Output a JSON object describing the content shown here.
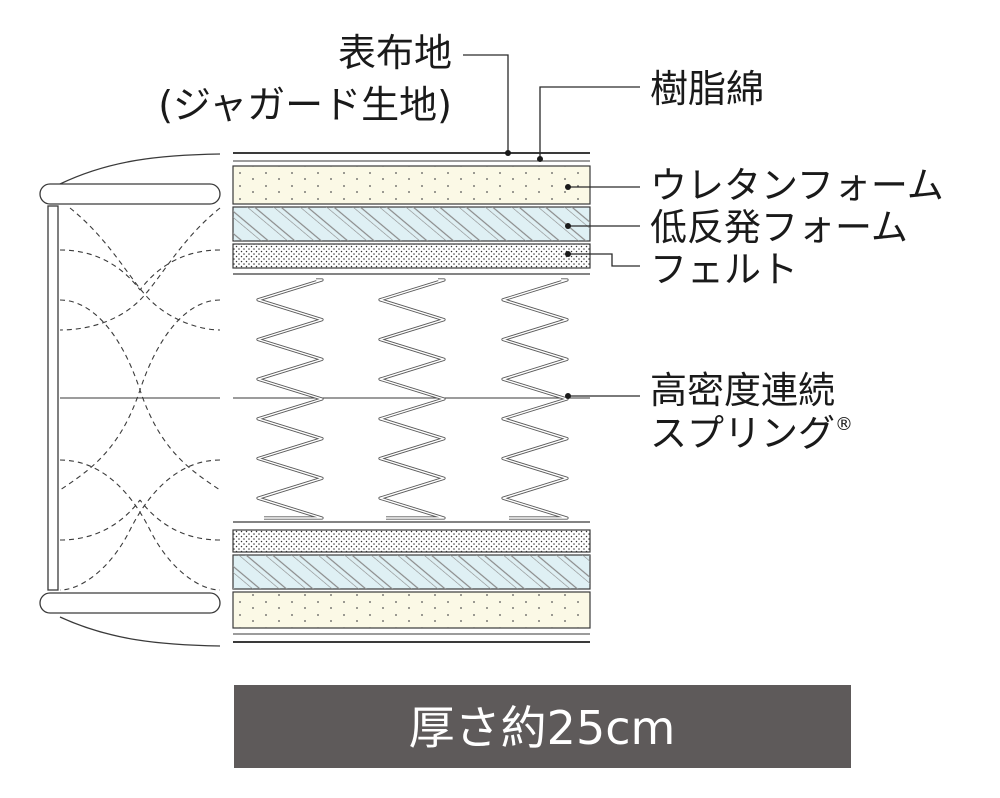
{
  "labels": {
    "cover_fabric": "表布地",
    "cover_fabric_sub": "(ジャガード生地)",
    "resin_cotton": "樹脂綿",
    "urethane_foam": "ウレタンフォーム",
    "low_rebound_foam": "低反発フォーム",
    "felt": "フェルト",
    "spring_line1": "高密度連続",
    "spring_line2": "スプリング",
    "spring_mark": "®"
  },
  "caption": "厚さ約25cm",
  "colors": {
    "line": "#3a3a3a",
    "urethane_fill": "#fbf9e6",
    "low_rebound_fill": "#dff0f4",
    "caption_bg": "#5e5a5a",
    "caption_text": "#ffffff"
  }
}
